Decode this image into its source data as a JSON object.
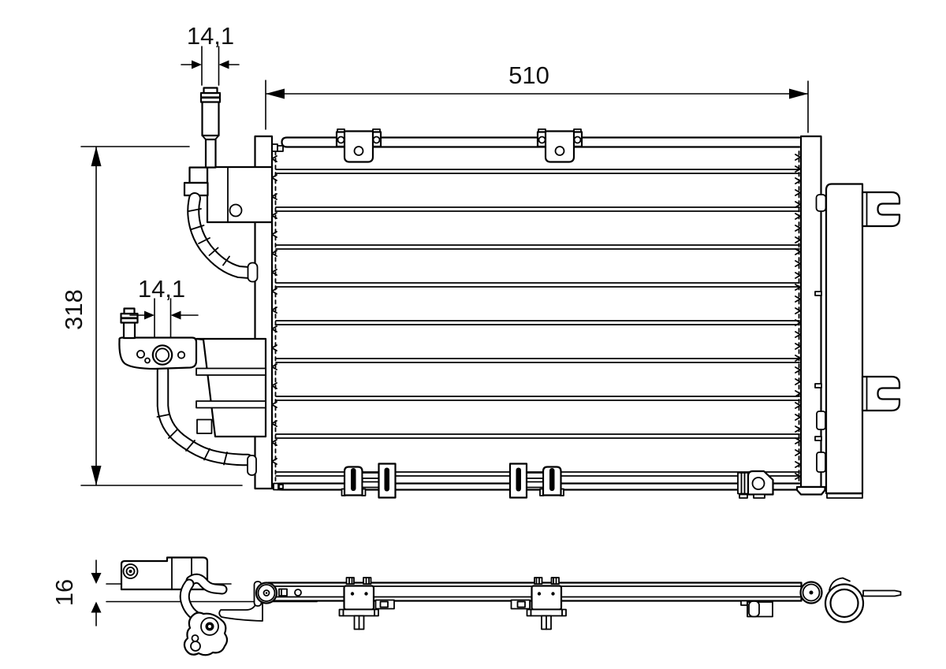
{
  "colors": {
    "background": "#ffffff",
    "line": "#000000",
    "text": "#111111"
  },
  "dimensions": {
    "top_port_width": "14,1",
    "core_width": "510",
    "core_height": "318",
    "lower_port_width": "14,1",
    "profile_thickness": "16"
  }
}
